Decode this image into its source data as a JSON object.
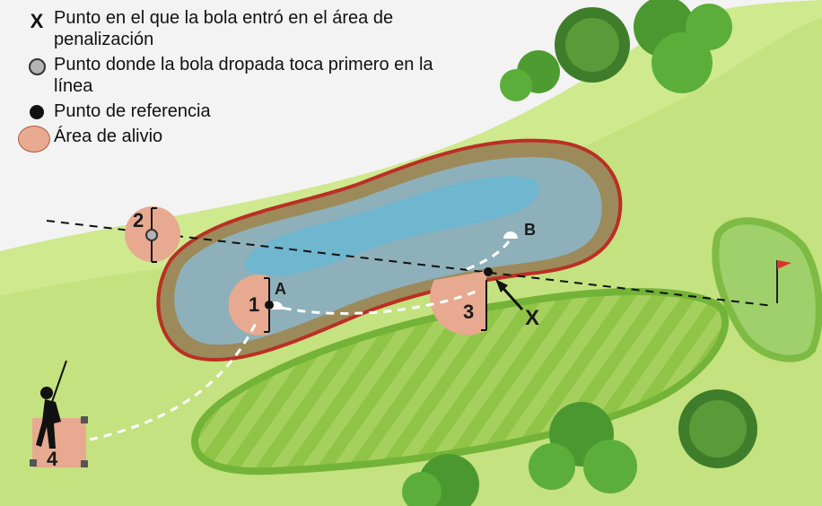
{
  "legend": {
    "entry_point_marker": "X",
    "entry_point": "Punto en el que la bola entró en el área de penalización",
    "drop_point": "Punto donde la bola dropada toca primero en la línea",
    "reference_point": "Punto de referencia",
    "relief_area": "Área de alivio"
  },
  "labels": {
    "option_1": "1",
    "option_2": "2",
    "option_3": "3",
    "option_4": "4",
    "point_a": "A",
    "point_b": "B",
    "entry_x": "X"
  },
  "colors": {
    "background_rough": "#d3ec94",
    "fairway_light": "#b6d96b",
    "fairway_stripes": "#8fc446",
    "water": "#6fb6cf",
    "penalty_area_edge": "#c0322a",
    "relief_area": "#e7a98f",
    "green": "#9fd06b",
    "flag": "#e0322a"
  }
}
